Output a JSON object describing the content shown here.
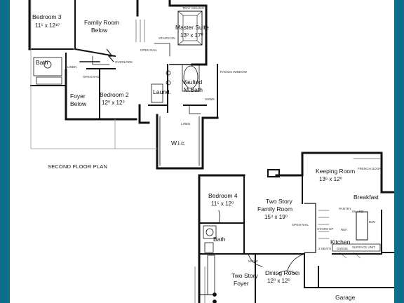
{
  "plan_title": "SECOND FLOOR PLAN",
  "colors": {
    "border": "#0e6f8c",
    "paper": "#ffffff",
    "ink": "#111111"
  },
  "second_floor": {
    "rooms": [
      {
        "name": "Bedroom 3",
        "dim": "11⁵ x 12¹⁰"
      },
      {
        "name": "Family Room",
        "name2": "Below"
      },
      {
        "name": "Master Suite",
        "dim": "13⁰ x 17⁰"
      },
      {
        "name": "Bath"
      },
      {
        "name": "Foyer",
        "name2": "Below"
      },
      {
        "name": "Bedroom 2",
        "dim": "12⁰ x 12⁰"
      },
      {
        "name": "Laund."
      },
      {
        "name": "Vaulted",
        "name2": "M.Bath"
      },
      {
        "name": "W.i.c."
      }
    ],
    "notes": [
      "TRAY CEILING",
      "OPEN RAIL",
      "OVERLOOK",
      "OPEN RAIL",
      "LINEN",
      "RADIUS WINDOW",
      "SHWR.",
      "LINEN",
      "STAIRS DN"
    ]
  },
  "first_floor": {
    "rooms": [
      {
        "name": "Keeping Room",
        "dim": "13⁶ x 12⁰"
      },
      {
        "name": "Bedroom 4",
        "dim": "11⁵ x 12⁰"
      },
      {
        "name": "Two Story",
        "name2": "Family Room",
        "dim": "15⁴ x 19⁰"
      },
      {
        "name": "Breakfast"
      },
      {
        "name": "Kitchen"
      },
      {
        "name": "Bath"
      },
      {
        "name": "Two Story",
        "name2": "Foyer"
      },
      {
        "name": "Dining Room",
        "dim": "12⁰ x 12⁰"
      },
      {
        "name": "Garage"
      }
    ],
    "notes": [
      "FRENCH DOOR",
      "PANTRY",
      "ISLAND",
      "REF.",
      "D/W",
      "OPEN RAIL",
      "NICHE",
      "SURFACE UNIT",
      "OVENS",
      "2 SEATS",
      "STAIRS UP"
    ]
  }
}
